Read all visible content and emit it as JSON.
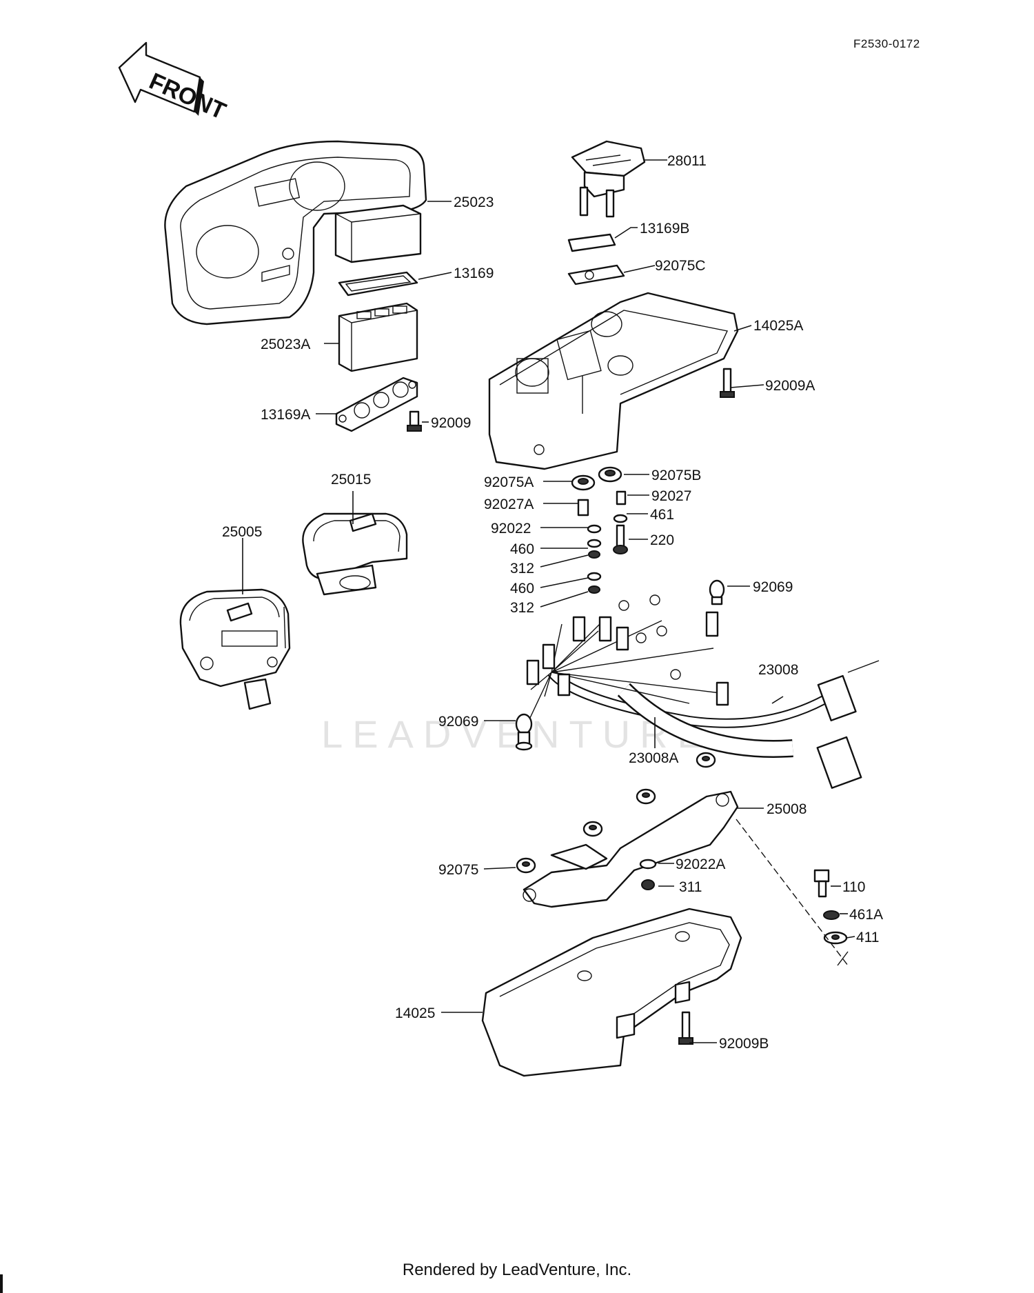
{
  "figure_code": "F2530-0172",
  "front_label": "FRONT",
  "watermark": "LEADVENTURE",
  "credit": "Rendered by LeadVenture, Inc.",
  "parts": [
    {
      "id": "p28011",
      "label": "28011"
    },
    {
      "id": "p25023",
      "label": "25023"
    },
    {
      "id": "p13169B",
      "label": "13169B"
    },
    {
      "id": "p92075C",
      "label": "92075C"
    },
    {
      "id": "p13169",
      "label": "13169"
    },
    {
      "id": "p14025A",
      "label": "14025A"
    },
    {
      "id": "p25023A",
      "label": "25023A"
    },
    {
      "id": "p92009A",
      "label": "92009A"
    },
    {
      "id": "p13169A",
      "label": "13169A"
    },
    {
      "id": "p92009",
      "label": "92009"
    },
    {
      "id": "p25015",
      "label": "25015"
    },
    {
      "id": "p92075A",
      "label": "92075A"
    },
    {
      "id": "p92075B",
      "label": "92075B"
    },
    {
      "id": "p92027A",
      "label": "92027A"
    },
    {
      "id": "p92027",
      "label": "92027"
    },
    {
      "id": "p25005",
      "label": "25005"
    },
    {
      "id": "p92022",
      "label": "92022"
    },
    {
      "id": "p461",
      "label": "461"
    },
    {
      "id": "p220",
      "label": "220"
    },
    {
      "id": "p460a",
      "label": "460"
    },
    {
      "id": "p312a",
      "label": "312"
    },
    {
      "id": "p92069a",
      "label": "92069"
    },
    {
      "id": "p460b",
      "label": "460"
    },
    {
      "id": "p312b",
      "label": "312"
    },
    {
      "id": "p23008",
      "label": "23008"
    },
    {
      "id": "p92069b",
      "label": "92069"
    },
    {
      "id": "p23008A",
      "label": "23008A"
    },
    {
      "id": "p25008",
      "label": "25008"
    },
    {
      "id": "p92022A",
      "label": "92022A"
    },
    {
      "id": "p92075",
      "label": "92075"
    },
    {
      "id": "p311",
      "label": "311"
    },
    {
      "id": "p110",
      "label": "110"
    },
    {
      "id": "p461A",
      "label": "461A"
    },
    {
      "id": "p411",
      "label": "411"
    },
    {
      "id": "p14025",
      "label": "14025"
    },
    {
      "id": "p92009B",
      "label": "92009B"
    }
  ]
}
